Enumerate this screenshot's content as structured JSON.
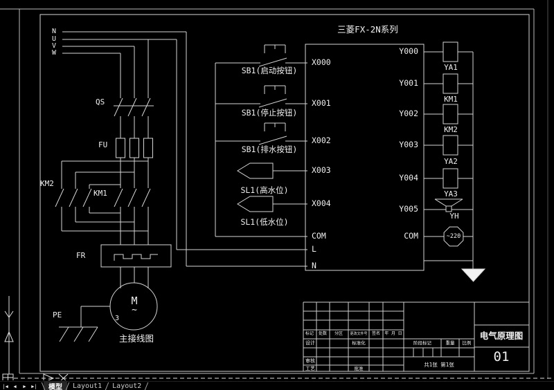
{
  "drawing": {
    "plc_title": "三菱FX-2N系列",
    "plc_inputs": [
      "X000",
      "X001",
      "X002",
      "X003",
      "X004",
      "COM",
      "L",
      "N"
    ],
    "plc_outputs": [
      "Y000",
      "Y001",
      "Y002",
      "Y003",
      "Y004",
      "Y005",
      "COM"
    ],
    "phase_labels": [
      "N",
      "U",
      "V",
      "W"
    ],
    "component_labels": {
      "qs": "QS",
      "fu": "FU",
      "km2": "KM2",
      "km1": "KM1",
      "fr": "FR",
      "pe": "PE",
      "motor": "M",
      "motor_wave": "~",
      "motor_phases": "3",
      "main_caption": "主接线图"
    },
    "input_device_labels": [
      "SB1(启动按钮)",
      "SB1(停止按钮)",
      "SB1(排水按钮)",
      "SL1(高水位)",
      "SL1(低水位)"
    ],
    "output_device_labels": [
      "YA1",
      "KM1",
      "KM2",
      "YA2",
      "YA3",
      "YH"
    ],
    "ac_source": "~220"
  },
  "title_block": {
    "revision_headers": [
      "标记",
      "处数",
      "分区",
      "更改文件号",
      "签名",
      "年 月 日"
    ],
    "design": "设计",
    "standardization": "标准化",
    "review": "审核",
    "process": "工艺",
    "approve": "批准",
    "stage_mark": "阶段标记",
    "weight": "重量",
    "scale": "比例",
    "sheet_info": "共1张 第1张",
    "drawing_title": "电气原理图",
    "drawing_number": "01"
  },
  "status_bar": {
    "nav_buttons": [
      "|◀",
      "◀",
      "▶",
      "▶|"
    ],
    "tabs": [
      "模型",
      "Layout1",
      "Layout2"
    ]
  }
}
